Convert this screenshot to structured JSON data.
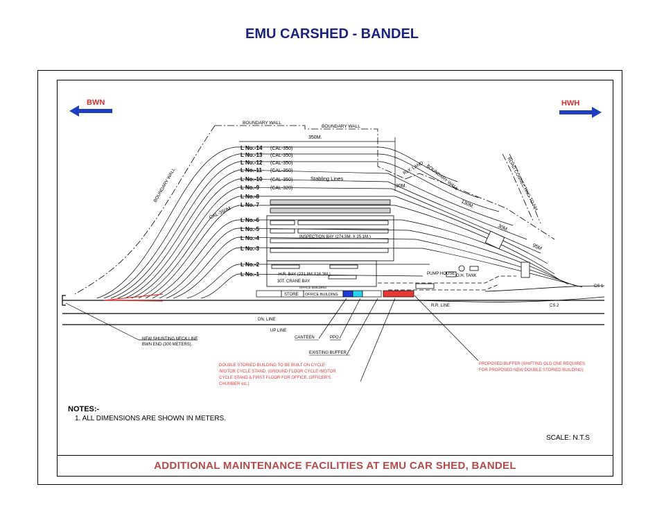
{
  "title": "EMU CARSHED - BANDEL",
  "directions": {
    "left": "BWN",
    "right": "HWH"
  },
  "labels": {
    "boundary_wall_1": "BOUNDARY WALL",
    "boundary_wall_2": "BOUNDARY WALL",
    "boundary_wall_left": "BOUNDARY WALL",
    "boundary_wall_right": "BOUNDARY WALL",
    "dim_350": "350M.",
    "dim_30a": "30M.",
    "dim_130": "130M.",
    "dim_30b": "30M.",
    "dim_95": "95M",
    "rly_land": "RLY. LAND",
    "road": "ROAD CONNECTING TO NH",
    "cal350": "CAL-350M",
    "stabling": "Stabling Lines",
    "inspection_bay": "INSPECTION BAY (274.5M. X 25.1M.)",
    "hr_bay": "H.R. BAY (231.8M.X16.3M.)",
    "crane_bay": "30T. CRANE BAY",
    "pump_house": "PUMP HOUSE",
    "oh_tank": "O.H. TANK",
    "store": "STORE",
    "office_building": "OFFICE BUILDING",
    "office_old": "OFFICE BUILDING",
    "rr_line": "R.R. LINE",
    "cs1": "CS 1",
    "cs2": "CS 2",
    "dn_line": "DN. LINE",
    "up_line": "UP LINE",
    "shunting": "NEW SHUNTING NECK LINE BWN END (300 METERS).",
    "canteen": "CANTEEN",
    "ppo": "PPO",
    "existing_buffer": "EXISTING BUFFER",
    "red_note_left": "DOUBLE STORIED BUILDING TO BE BUILT ON CYCLE /MOTOR CYCLE STAND, (GROUND FLOOR CYCLE /MOTOR CYCLE STAND & FIRST FLOOR FOR OFFICE, OFFICER'S CHUMBER etc.)",
    "red_note_right": "PROPOSED BUFFER (SHIFTING OLD ONE REQUIRES FOR PROPOSED NEW DOUBLE STORIED BUILDING)"
  },
  "lines": [
    {
      "no": "L No.-14",
      "cal": "(CAL-350)"
    },
    {
      "no": "L No.-13",
      "cal": "(CAL-350)"
    },
    {
      "no": "L No.-12",
      "cal": "(CAL-350)"
    },
    {
      "no": "L No.-11",
      "cal": "(CAL-350)"
    },
    {
      "no": "L No.-10",
      "cal": "(CAL-350)"
    },
    {
      "no": "L No.-9",
      "cal": "(CAL-320)"
    },
    {
      "no": "L No.-8",
      "cal": ""
    },
    {
      "no": "L No.-7",
      "cal": ""
    },
    {
      "no": "L No.-6",
      "cal": ""
    },
    {
      "no": "L No.-5",
      "cal": ""
    },
    {
      "no": "L No.-4",
      "cal": ""
    },
    {
      "no": "L No.-3",
      "cal": ""
    },
    {
      "no": "L No.-2",
      "cal": ""
    },
    {
      "no": "L No.-1",
      "cal": ""
    }
  ],
  "notes": {
    "heading": "NOTES:-",
    "item1": "1. ALL DIMENSIONS ARE SHOWN IN METERS."
  },
  "scale": "SCALE: N.T.S",
  "footer": "ADDITIONAL MAINTENANCE FACILITIES AT EMU CAR SHED, BANDEL",
  "colors": {
    "title": "#1a237e",
    "footer": "#b24a4a",
    "arrow": "#1f3fbf",
    "direction_text": "#d32f2f",
    "red_note": "#e53935"
  }
}
